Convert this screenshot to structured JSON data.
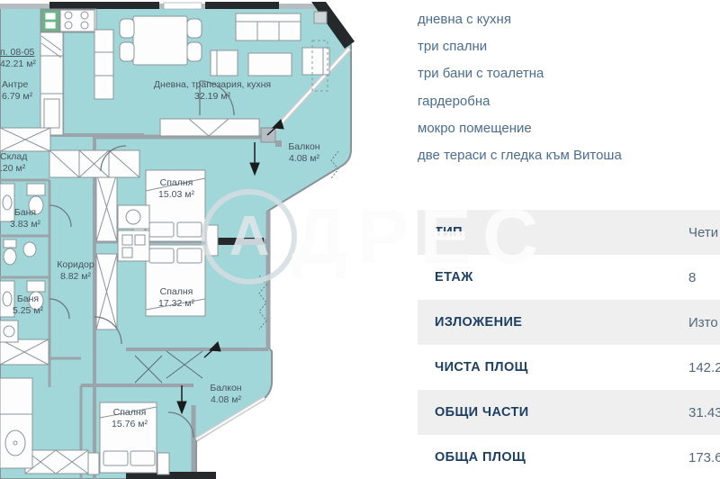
{
  "plan": {
    "unit_label": {
      "line1": "п. 08-05",
      "line2": "42.21 м²"
    },
    "rooms": [
      {
        "name": "Антре",
        "area": "6.79 м²"
      },
      {
        "name": "Склад",
        "area": ".20 м²"
      },
      {
        "name": "Баня",
        "area": "3.83 м²"
      },
      {
        "name": "Коридор",
        "area": "8.82 м²"
      },
      {
        "name": "Баня",
        "area": "5.25 м²"
      },
      {
        "name": "Дневна, трапезария, кухня",
        "area": "32.19 м²"
      },
      {
        "name": "Спалня",
        "area": "15.03 м²"
      },
      {
        "name": "Спалня",
        "area": "17.32 м²"
      },
      {
        "name": "Спалня",
        "area": "15.76 м²"
      },
      {
        "name": "Балкон",
        "area": "4.08 м²"
      },
      {
        "name": "Балкон",
        "area": "4.08 м²"
      }
    ],
    "watermark_letter": "А",
    "watermark_text": "ДРЕС"
  },
  "features": {
    "items": [
      "дневна с кухня",
      "три спални",
      "три бани с тоалетна",
      "гардеробна",
      "мокро помещение",
      "две тераси с гледка към Витоша"
    ]
  },
  "specs": {
    "rows": [
      {
        "label": "ТИП",
        "value": "Чети"
      },
      {
        "label": "ЕТАЖ",
        "value": "8"
      },
      {
        "label": "ИЗЛОЖЕНИЕ",
        "value": "Изто"
      },
      {
        "label": "ЧИСТА ПЛОЩ",
        "value": "142.2"
      },
      {
        "label": "ОБЩИ ЧАСТИ",
        "value": "31.43"
      },
      {
        "label": "ОБЩА ПЛОЩ",
        "value": "173.6"
      }
    ]
  },
  "colors": {
    "room_fill": "#a2d7d9",
    "wall_gray": "#9aa4aa",
    "wall_black": "#26292b",
    "band_gray": "#efefef",
    "spec_label": "#1d3f63",
    "feature_text": "#4a6d92",
    "sink_green": "#6db487"
  }
}
